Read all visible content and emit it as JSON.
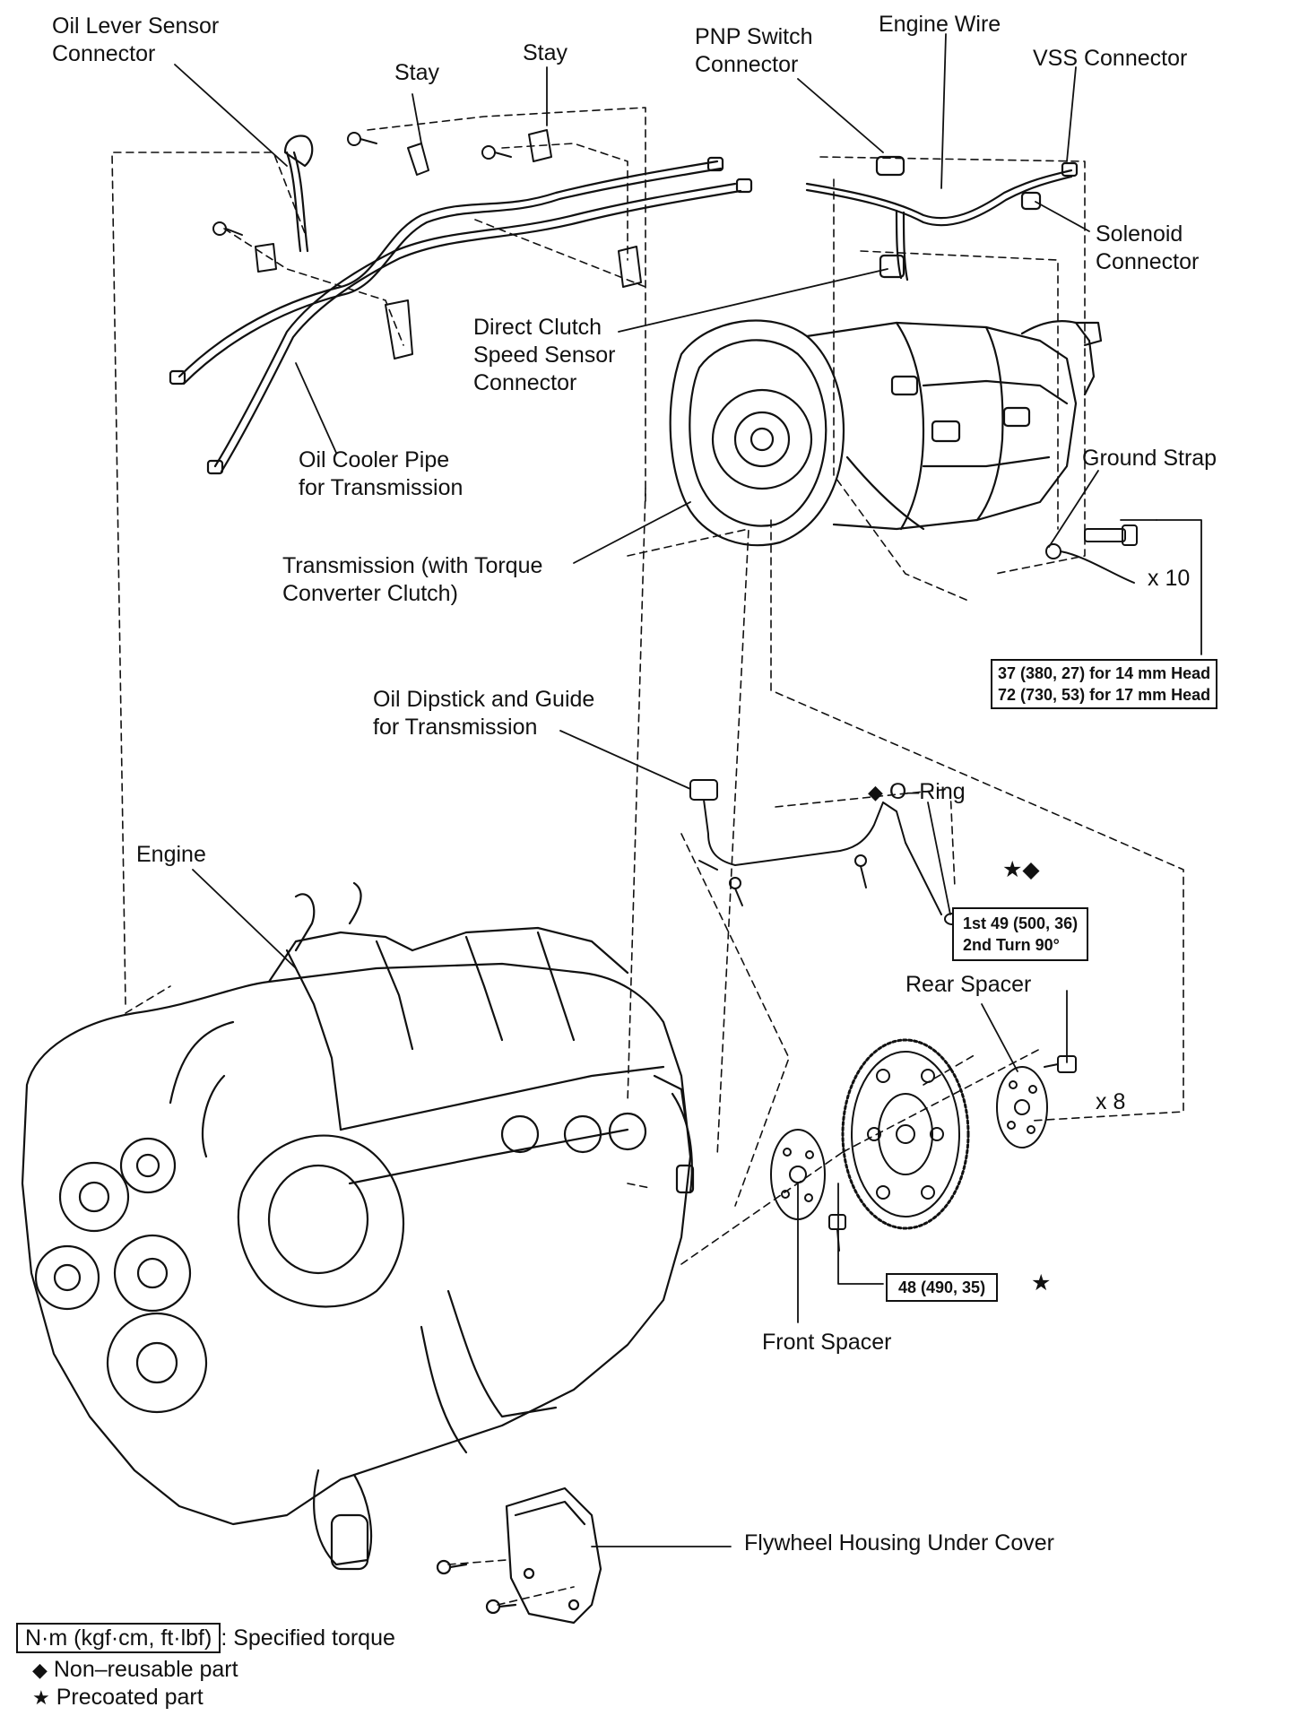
{
  "labels": {
    "oil_lever_sensor": [
      "Oil Lever Sensor",
      "Connector"
    ],
    "stay_1": "Stay",
    "stay_2": "Stay",
    "pnp_switch": [
      "PNP Switch",
      "Connector"
    ],
    "engine_wire": "Engine Wire",
    "vss_connector": "VSS Connector",
    "solenoid_connector": [
      "Solenoid",
      "Connector"
    ],
    "direct_clutch": [
      "Direct Clutch",
      "Speed Sensor",
      "Connector"
    ],
    "oil_cooler_pipe": [
      "Oil Cooler Pipe",
      "for Transmission"
    ],
    "ground_strap": "Ground Strap",
    "qty_10": "x 10",
    "transmission": [
      "Transmission (with Torque",
      "Converter Clutch)"
    ],
    "oil_dipstick": [
      "Oil Dipstick and Guide",
      "for Transmission"
    ],
    "o_ring": "O–Ring",
    "engine": "Engine",
    "rear_spacer": "Rear Spacer",
    "qty_8": "x 8",
    "front_spacer": "Front Spacer",
    "flywheel_cover": "Flywheel Housing Under Cover"
  },
  "symbols": {
    "diamond": "◆",
    "star": "★",
    "star_diamond": "★◆"
  },
  "torque_specs": {
    "transmission_bolts": [
      "37 (380, 27) for 14 mm Head",
      "72 (730, 53) for 17 mm Head"
    ],
    "flywheel_bolts": [
      "1st 49 (500, 36)",
      "2nd Turn 90°"
    ],
    "front_spacer_bolt": "48 (490, 35)"
  },
  "legend": {
    "torque_unit": "N·m (kgf·cm, ft·lbf)",
    "torque_desc": ": Specified torque",
    "non_reusable": "Non–reusable part",
    "precoated": "Precoated part"
  }
}
